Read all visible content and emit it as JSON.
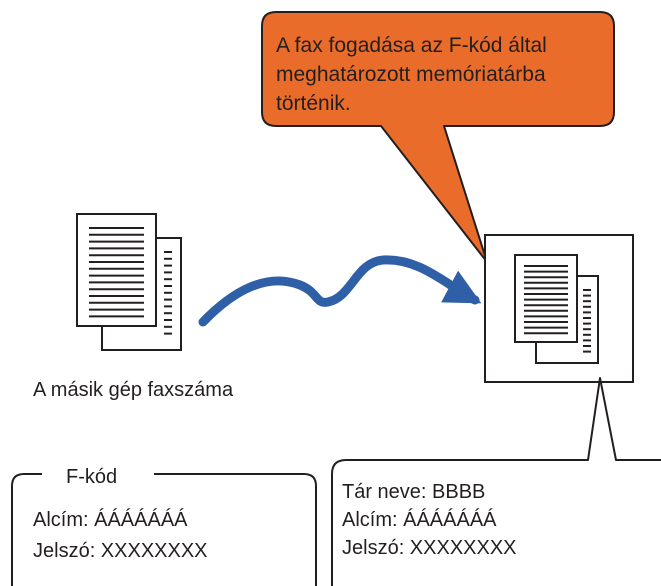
{
  "callout": {
    "text": "A fax fogadása az F-kód által meghatározott memóriatárba történik.",
    "fill": "#ea6c2a"
  },
  "sender": {
    "label": "A másik gép faxszáma"
  },
  "transfer_arrow_color": "#2f5fa7",
  "fcode_box": {
    "title": "F-kód",
    "subaddress": "Alcím: ÁÁÁÁÁÁÁ",
    "password": "Jelszó: XXXXXXXX"
  },
  "memory_box": {
    "box_name": "Tár neve: BBBB",
    "subaddress": "Alcím: ÁÁÁÁÁÁÁ",
    "password": "Jelszó: XXXXXXXX"
  }
}
